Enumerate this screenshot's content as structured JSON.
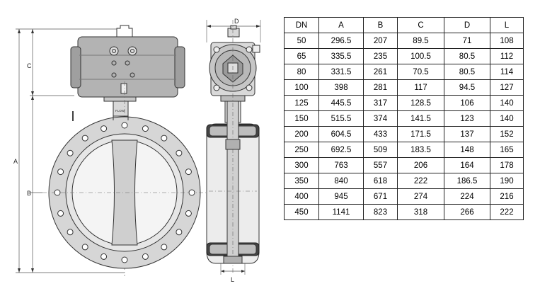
{
  "drawing": {
    "front_view": {
      "dim_a": "A",
      "dim_b": "B",
      "dim_c": "C",
      "flow_mark": "FLOW"
    },
    "side_view": {
      "dim_d": "D",
      "dim_l": "L"
    }
  },
  "table": {
    "headers": [
      "DN",
      "A",
      "B",
      "C",
      "D",
      "L"
    ],
    "rows": [
      [
        "50",
        "296.5",
        "207",
        "89.5",
        "71",
        "108"
      ],
      [
        "65",
        "335.5",
        "235",
        "100.5",
        "80.5",
        "112"
      ],
      [
        "80",
        "331.5",
        "261",
        "70.5",
        "80.5",
        "114"
      ],
      [
        "100",
        "398",
        "281",
        "117",
        "94.5",
        "127"
      ],
      [
        "125",
        "445.5",
        "317",
        "128.5",
        "106",
        "140"
      ],
      [
        "150",
        "515.5",
        "374",
        "141.5",
        "123",
        "140"
      ],
      [
        "200",
        "604.5",
        "433",
        "171.5",
        "137",
        "152"
      ],
      [
        "250",
        "692.5",
        "509",
        "183.5",
        "148",
        "165"
      ],
      [
        "300",
        "763",
        "557",
        "206",
        "164",
        "178"
      ],
      [
        "350",
        "840",
        "618",
        "222",
        "186.5",
        "190"
      ],
      [
        "400",
        "945",
        "671",
        "274",
        "224",
        "216"
      ],
      [
        "450",
        "1141",
        "823",
        "318",
        "266",
        "222"
      ]
    ]
  }
}
